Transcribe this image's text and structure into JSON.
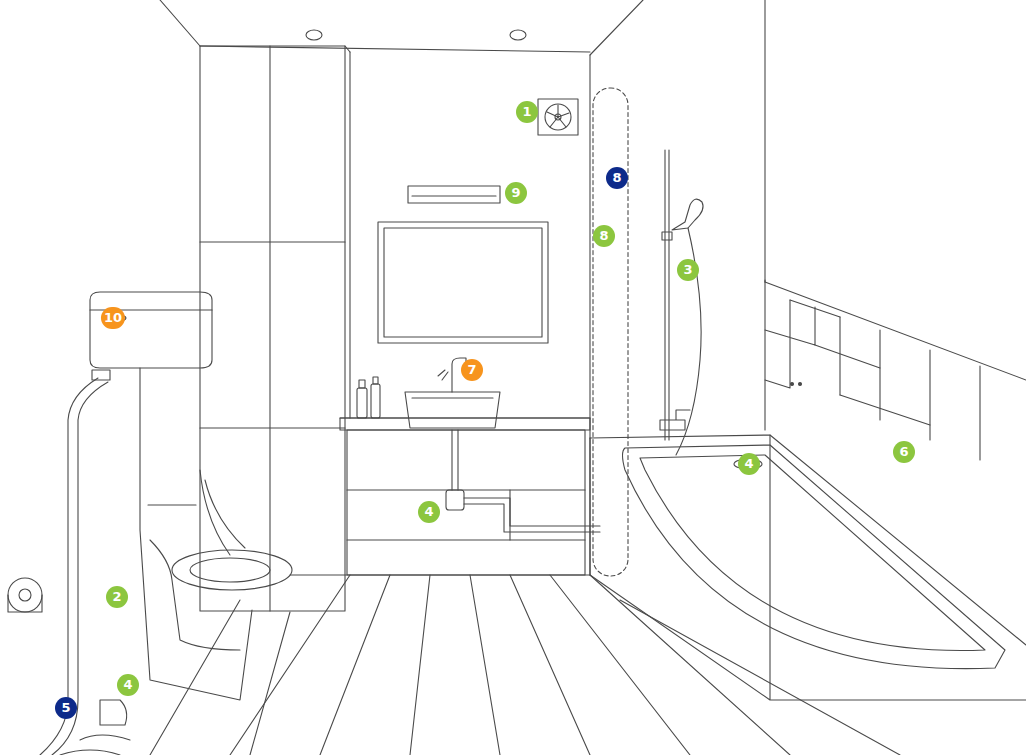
{
  "diagram": {
    "labels": [
      "1",
      "8",
      "9",
      "8",
      "3",
      "7",
      "6",
      "10",
      "4",
      "4",
      "2",
      "4",
      "5"
    ]
  }
}
